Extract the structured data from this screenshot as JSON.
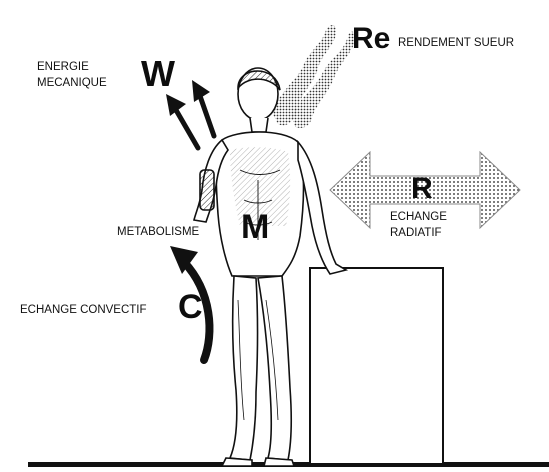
{
  "labels": {
    "energie_line1": "ENERGIE",
    "energie_line2": "MECANIQUE",
    "w_symbol": "W",
    "re_symbol": "Re",
    "rendement": "RENDEMENT SUEUR",
    "r_symbol": "R",
    "echange_line1": "ECHANGE",
    "echange_line2": "RADIATIF",
    "metabolisme": "METABOLISME",
    "m_symbol": "M",
    "convectif": "ECHANGE CONVECTIF",
    "c_symbol": "C"
  }
}
